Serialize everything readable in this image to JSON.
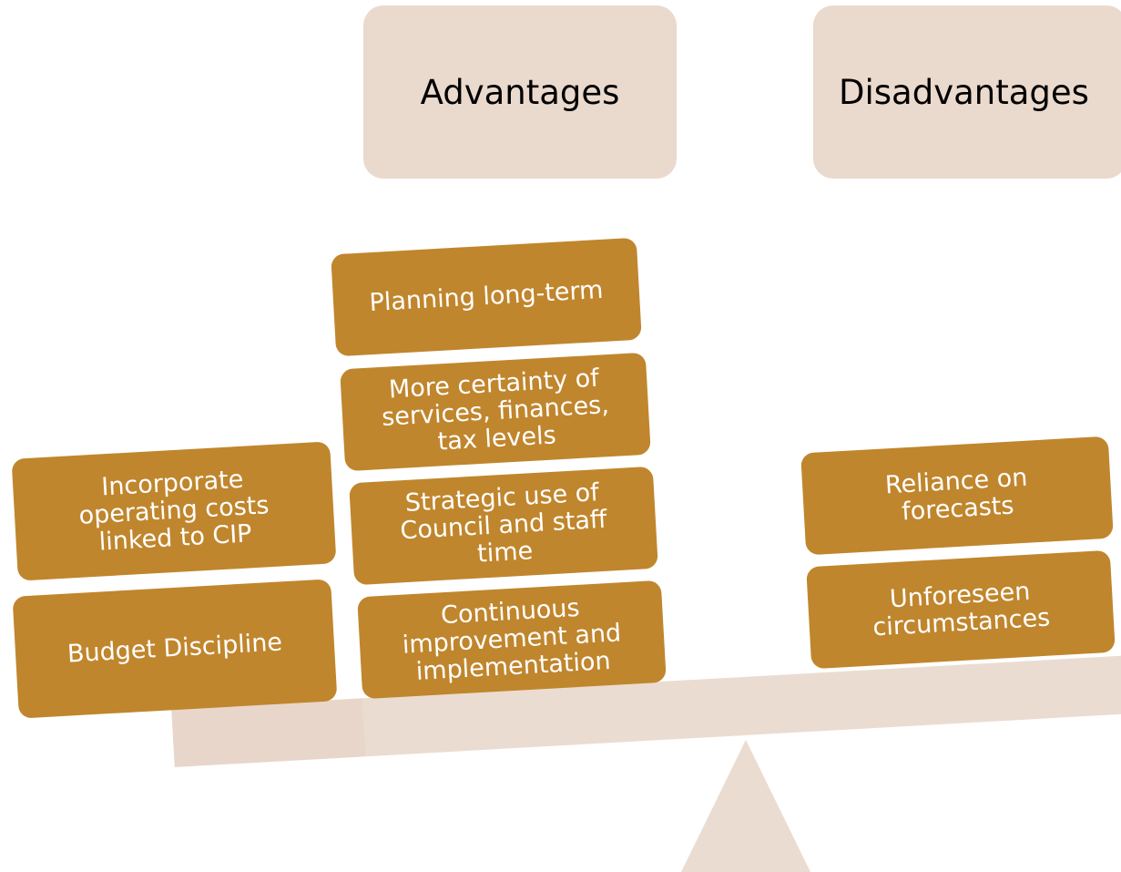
{
  "headers": {
    "advantages": "Advantages",
    "disadvantages": "Disadvantages"
  },
  "advantages": [
    {
      "id": "planning",
      "label": "Planning long-term"
    },
    {
      "id": "certainty",
      "label": "More certainty of services, finances, tax levels"
    },
    {
      "id": "strategic",
      "label": "Strategic use of Council and staff time"
    },
    {
      "id": "continuous",
      "label": "Continuous improvement and implementation"
    },
    {
      "id": "operating",
      "label": "Incorporate operating costs linked to CIP"
    },
    {
      "id": "budget",
      "label": "Budget Discipline"
    }
  ],
  "disadvantages": [
    {
      "id": "forecasts",
      "label": "Reliance on forecasts"
    },
    {
      "id": "unforeseen",
      "label": "Unforeseen circumstances"
    }
  ],
  "colors": {
    "header_fill": "#ead9cd",
    "box_fill": "#c0862d",
    "beam_fill": "#ebdcd1",
    "fulcrum_fill": "#ebdcd1"
  }
}
